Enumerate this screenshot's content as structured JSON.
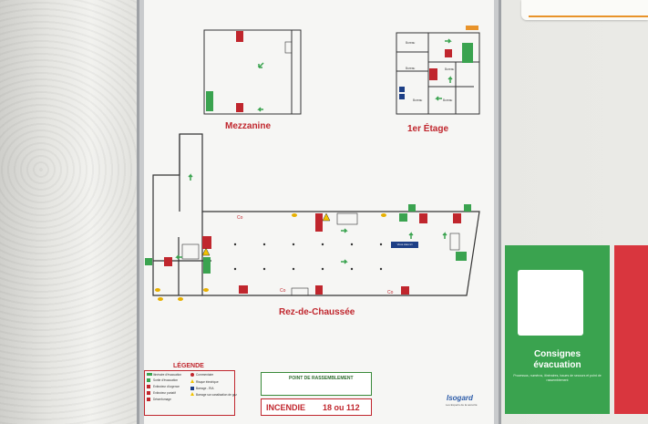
{
  "plan": {
    "mezzanine_label": "Mezzanine",
    "etage_label": "1er Étage",
    "rdc_label": "Rez-de-Chaussée",
    "etage_rooms": [
      "Bureau",
      "Bureau",
      "Bureau",
      "Bureau",
      "Bureau"
    ],
    "vous_etes_ici": "Vous êtes ici"
  },
  "legend": {
    "title": "LÉGENDE",
    "items": [
      "Itinéraire d'évacuation",
      "Sortie d'évacuation",
      "Extincteur d'urgence",
      "Extincteur portatif",
      "Désenfumage",
      "Commentaire",
      "Risque électrique",
      "Barrage - RIA",
      "Barrage sur canalisation de gaz"
    ]
  },
  "assembly": {
    "label": "POINT DE RASSEMBLEMENT"
  },
  "fire": {
    "label": "INCENDIE",
    "numbers": "18 ou 112"
  },
  "brand": {
    "name": "Isogard",
    "sub": "Les Experts de la sécurité"
  },
  "evac_panel": {
    "title_line1": "Consignes",
    "title_line2": "évacuation",
    "small": "Processus, numéros, itinéraires, issues de secours et point de rassemblement"
  },
  "colors": {
    "red": "#c0262d",
    "green": "#3aa34f",
    "blue": "#1d3f86"
  }
}
